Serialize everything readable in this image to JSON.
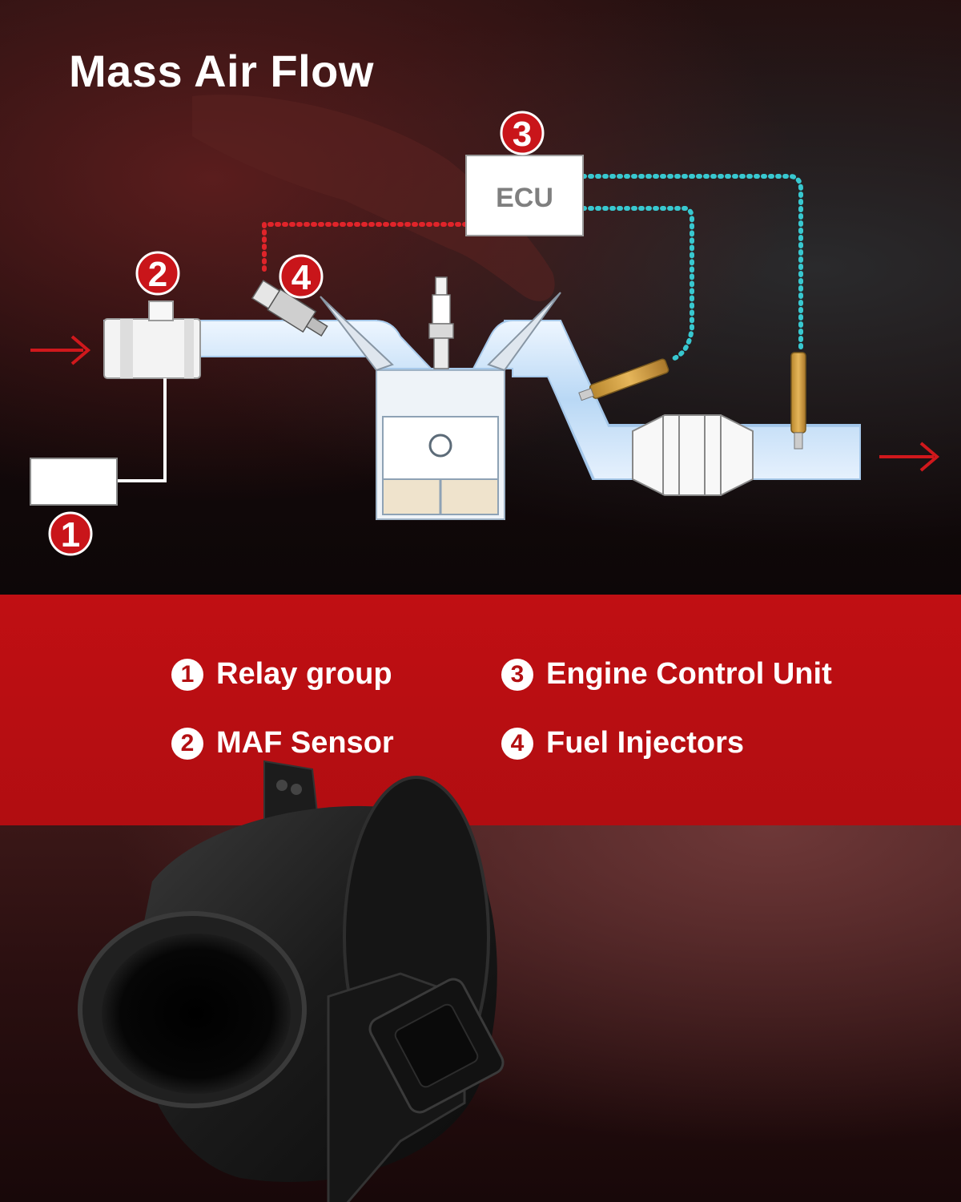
{
  "title": "Mass Air Flow",
  "diagram": {
    "ecu_label": "ECU",
    "markers": [
      "1",
      "2",
      "3",
      "4"
    ]
  },
  "legend": [
    {
      "num": "1",
      "label": "Relay group"
    },
    {
      "num": "2",
      "label": "MAF Sensor"
    },
    {
      "num": "3",
      "label": "Engine Control Unit"
    },
    {
      "num": "4",
      "label": "Fuel Injectors"
    }
  ],
  "colors": {
    "brand_red": "#c00f13",
    "wire_red": "#e0242a",
    "wire_cyan": "#38c8d0",
    "pipe_blue": "#cfe6fb"
  }
}
